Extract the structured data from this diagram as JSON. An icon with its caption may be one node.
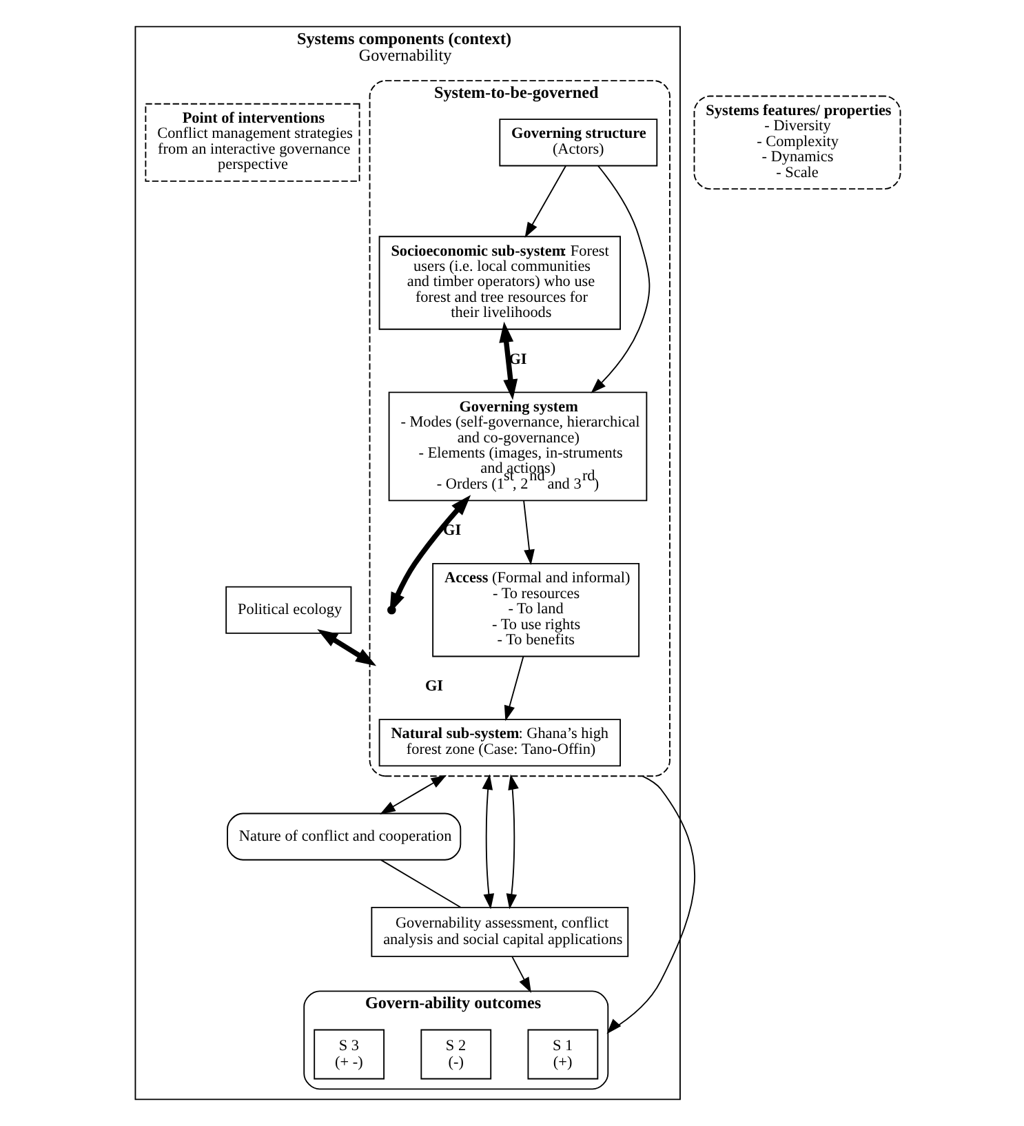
{
  "diagram": {
    "nodes": [
      {
        "text": [
          "Systems components (context)",
          "Governability"
        ]
      },
      {
        "text": [
          "System-to-be-governed"
        ],
        "in": 0
      },
      {
        "text": [
          "**Natural sub-system**: Ghana’s high forest zone (Case: Tano-Offin)"
        ],
        "in": 1
      },
      {
        "text": [
          "**Socioeconomic sub-system**: Forest users (i.e. local communities and timber operators) who use forest and tree resources for their livelihoods"
        ],
        "in": 1
      },
      {
        "text": [
          "**Access** (Formal and informal)",
          "- To resources",
          "- To land",
          "- To use rights",
          "- To benefits"
        ],
        "in": 1
      },
      {
        "text": [
          "Governing structure",
          "(Actors)"
        ],
        "in": 1
      },
      {
        "text": [
          "Governing system",
          "- Modes (self-governance, hierarchical and co-governance)",
          "- Elements (images, in-struments and actions)",
          "- Orders (1$^{st}$, 2$^{nd}$ and 3$^{rd}$)"
        ],
        "in": 1
      },
      {
        "text": [
          "Political ecology"
        ],
        "in": 0
      },
      {
        "text": [
          "Systems features/ properties",
          "- Diversity",
          "- Complexity",
          "- Dynamics",
          "- Scale"
        ]
      },
      {
        "text": [
          "Nature of conflict and cooperation"
        ],
        "in": 0
      },
      {
        "text": [
          "Governability assessment, conflict analysis and social capital applications"
        ],
        "in": 0
      },
      {
        "text": [
          "Govern-ability outcomes"
        ],
        "in": 0
      },
      {
        "text": [
          "S 1",
          "(+)"
        ],
        "in": 11
      },
      {
        "text": [
          "S 2",
          "(-)"
        ],
        "in": 11
      },
      {
        "text": [
          "S 3",
          "(+ -)"
        ],
        "in": 11
      },
      {
        "text": [
          "Point of interventions",
          "Conflict management strategies from an interactive governance perspective"
        ],
        "in": 0
      }
    ],
    "edges": [
      {
        "from": 7,
        "to": 1,
        "arrow": "both",
        "label": "GI",
        "style": "thick"
      },
      {
        "from": 4,
        "to": 2,
        "arrow": "to"
      },
      {
        "from": 5,
        "to": 3,
        "arrow": "to"
      },
      {
        "from": 3,
        "to": 6,
        "arrow": "both",
        "label": "GI",
        "style": "thick"
      },
      {
        "from": 5,
        "to": 6,
        "arrow": "to"
      },
      {
        "from": 6,
        "to": 4,
        "arrow": "to"
      },
      {
        "from": 6,
        "to": null,
        "arrow": "both",
        "label": "GI",
        "style": "thick"
      },
      {
        "from": 1,
        "to": 10,
        "arrow": "both"
      },
      {
        "from": 1,
        "to": 9,
        "arrow": "both"
      },
      {
        "from": 9,
        "to": 10,
        "arrow": "none"
      },
      {
        "from": 10,
        "to": 11,
        "arrow": "to"
      },
      {
        "from": 1,
        "to": 10,
        "arrow": "both"
      },
      {
        "from": 1,
        "to": 11,
        "arrow": "to"
      }
    ]
  }
}
